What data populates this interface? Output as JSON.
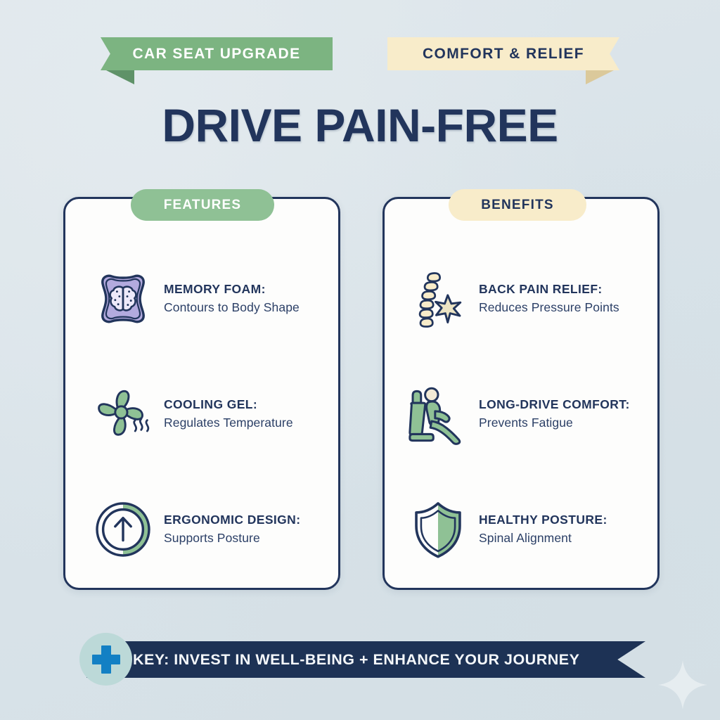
{
  "theme": {
    "background": "#dde5ea",
    "navy": "#22355c",
    "green": "#7cb481",
    "cream": "#f8ecca",
    "purple": "#b3aade",
    "accent_blue": "#1380c4",
    "badge_teal": "#bcd9d8"
  },
  "ribbons": {
    "left": {
      "label": "CAR SEAT UPGRADE",
      "color": "#7cb481"
    },
    "right": {
      "label": "COMFORT & RELIEF",
      "color": "#f8ecca"
    }
  },
  "headline": "DRIVE PAIN-FREE",
  "cards": [
    {
      "tab_label": "FEATURES",
      "rows": [
        {
          "icon": "memory-foam-brain-cushion-icon",
          "title": "MEMORY FOAM:",
          "subtitle": "Contours to Body Shape"
        },
        {
          "icon": "cooling-fan-airflow-icon",
          "title": "COOLING GEL:",
          "subtitle": "Regulates Temperature"
        },
        {
          "icon": "ergonomic-up-arrow-circle-icon",
          "title": "ERGONOMIC DESIGN:",
          "subtitle": "Supports Posture"
        }
      ]
    },
    {
      "tab_label": "BENEFITS",
      "rows": [
        {
          "icon": "spine-starburst-icon",
          "title": "BACK PAIN RELIEF:",
          "subtitle": "Reduces Pressure Points"
        },
        {
          "icon": "seated-person-car-seat-icon",
          "title": "LONG-DRIVE COMFORT:",
          "subtitle": "Prevents Fatigue"
        },
        {
          "icon": "shield-icon",
          "title": "HEALTHY POSTURE:",
          "subtitle": "Spinal Alignment"
        }
      ]
    }
  ],
  "banner": {
    "icon": "plus-icon",
    "text": "KEY: INVEST IN WELL-BEING + ENHANCE YOUR JOURNEY"
  },
  "decoration": {
    "sparkle": "four-point-sparkle-icon"
  }
}
